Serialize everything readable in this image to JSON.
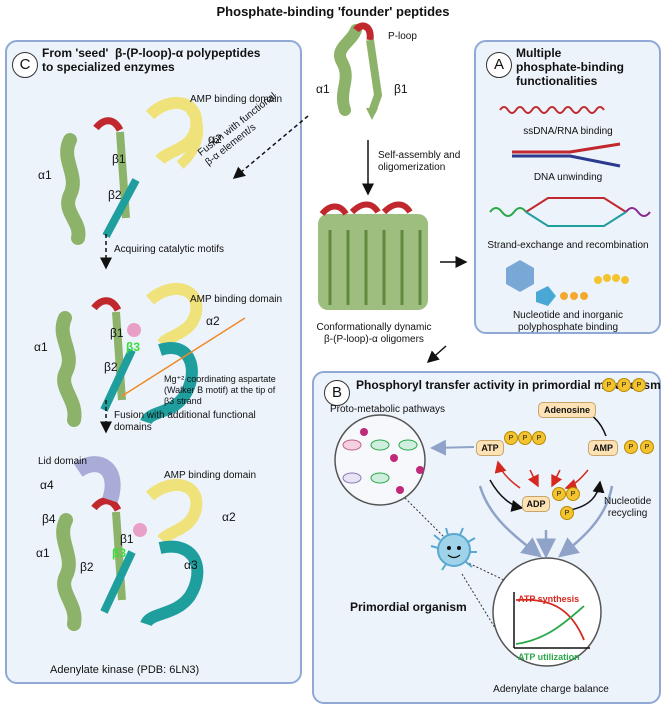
{
  "header": {
    "title": "Phosphate-binding 'founder' peptides"
  },
  "founder": {
    "ploop": "P-loop",
    "alpha1": "α1",
    "beta1": "β1"
  },
  "center": {
    "arrow_label": "Self-assembly and\noligomerization",
    "oligomer_label": "Conformationally dynamic\nβ-(P-loop)-α oligomers",
    "fusion_label": "Fusion with functional\nβ-α element/s"
  },
  "panelA": {
    "badge": "A",
    "title": "Multiple\nphosphate-binding\nfunctionalities",
    "items": [
      "ssDNA/RNA binding",
      "DNA unwinding",
      "Strand-exchange and recombination",
      "Nucleotide and inorganic\npolyphosphate binding"
    ]
  },
  "panelB": {
    "badge": "B",
    "title": "Phosphoryl transfer activity in primordial metabolism",
    "proto": "Proto-metabolic pathways",
    "adenosine": "Adenosine",
    "atp": "ATP",
    "adp": "ADP",
    "amp": "AMP",
    "p": "P",
    "recycling": "Nucleotide\nrecycling",
    "organism": "Primordial organism",
    "synthesis": "ATP synthesis",
    "utilization": "ATP utilization",
    "balance": "Adenylate charge balance"
  },
  "panelC": {
    "badge": "C",
    "title": "From 'seed'  β-(P-loop)-α polypeptides\nto specialized enzymes",
    "amp_domain": "AMP binding domain",
    "step1": "Acquiring catalytic motifs",
    "walker": "Mg⁺² coordinating aspartate\n(Walker B motif) at the tip of\nβ3 strand",
    "step2": "Fusion with additional functional\ndomains",
    "lid": "Lid domain",
    "caption": "Adenylate kinase (PDB: 6LN3)",
    "greek": {
      "a1": "α1",
      "a2": "α2",
      "a3": "α3",
      "a4": "α4",
      "b1": "β1",
      "b2": "β2",
      "b3": "β3",
      "b4": "β4"
    }
  },
  "colors": {
    "helix": "#8db36a",
    "ploop": "#c0282d",
    "amp": "#f0e27a",
    "teal": "#1f9e9e",
    "lid": "#a8acd6",
    "border": "#8fa8d6",
    "panelbg": "#edf3fb"
  }
}
